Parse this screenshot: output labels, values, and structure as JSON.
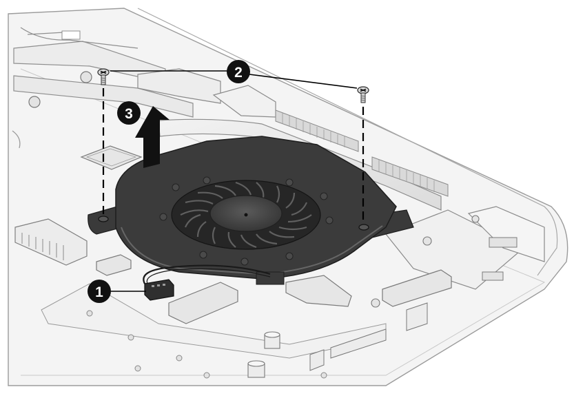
{
  "figure": {
    "colors": {
      "background": "#ffffff",
      "chassis_fill": "#f3f3f3",
      "chassis_stroke": "#9a9a9a",
      "part_fill": "#e7e7e7",
      "fan_dark": "#3a3a3a",
      "fan_mid": "#555555",
      "callout_fill": "#111111",
      "arrow_fill": "#111111"
    },
    "icons": {
      "screw": "phillips-screw-icon",
      "arrow": "lift-arrow-icon",
      "connector": "fan-cable-connector-icon"
    },
    "callouts": [
      {
        "label": "1",
        "icon": "callout-circle"
      },
      {
        "label": "2",
        "icon": "callout-circle"
      },
      {
        "label": "3",
        "icon": "callout-circle"
      }
    ]
  }
}
